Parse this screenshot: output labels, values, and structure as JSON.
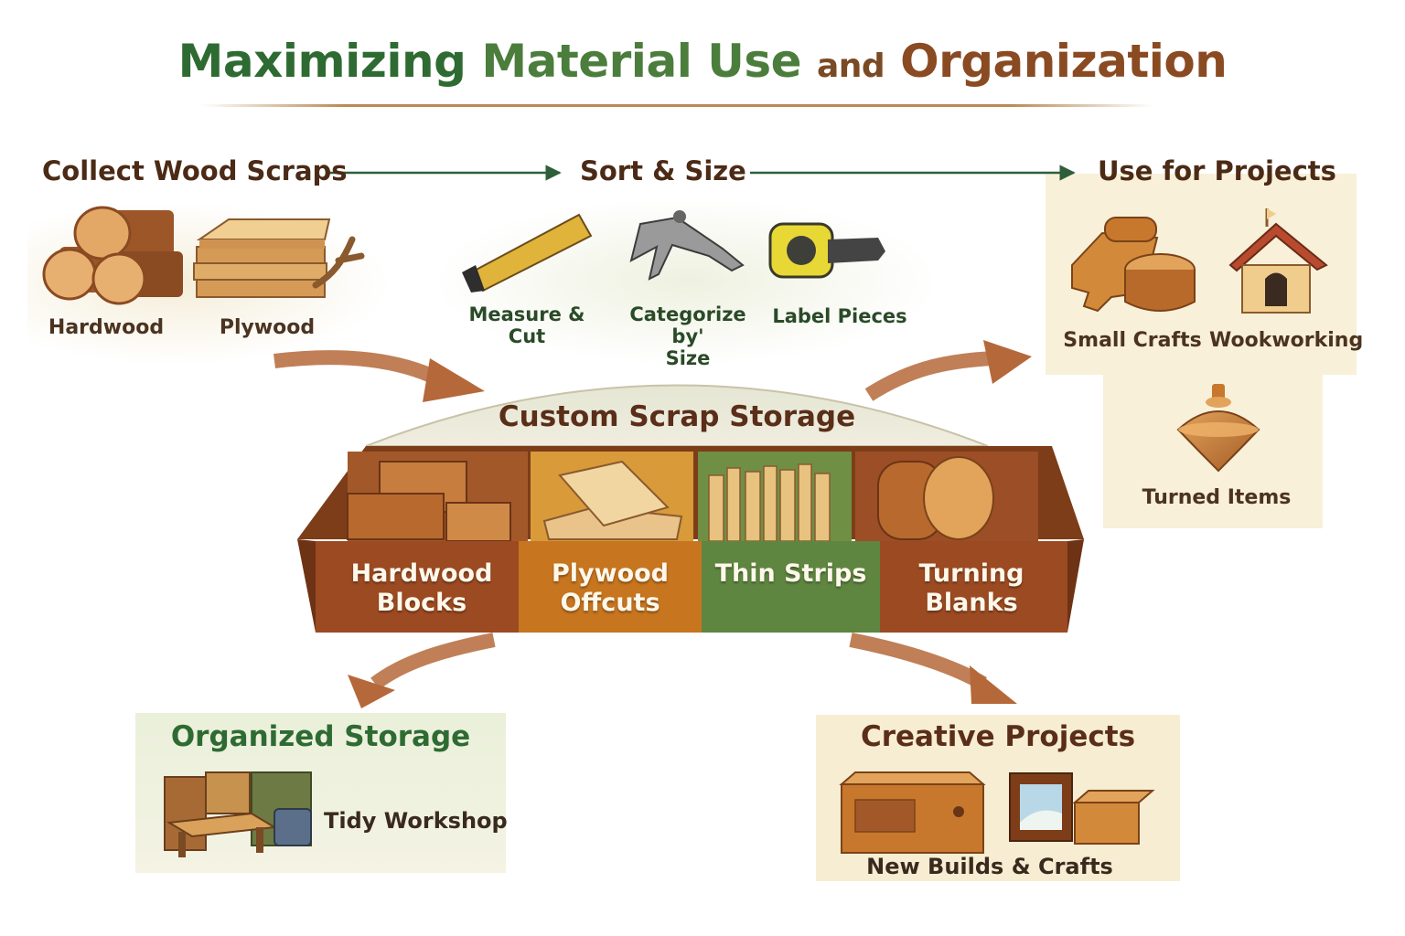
{
  "header": {
    "title_part1": "Maximizing",
    "title_part2": "Material Use",
    "title_part3": "and",
    "title_part4": "Organization"
  },
  "flow": {
    "step1": "Collect Wood Scraps",
    "step2": "Sort & Size",
    "step3": "Use for Projects"
  },
  "collect": {
    "items": [
      {
        "label": "Hardwood",
        "icon": "log-pile-icon"
      },
      {
        "label": "Plywood",
        "icon": "plywood-stack-icon"
      }
    ]
  },
  "sort": {
    "items": [
      {
        "label": "Measure & Cut",
        "icon": "ruler-icon"
      },
      {
        "label": "Categorize by'",
        "label2": "Size",
        "icon": "caliper-icon"
      },
      {
        "label": "Label Pieces",
        "icon": "tape-measure-icon"
      }
    ]
  },
  "projects": {
    "items": [
      {
        "label": "Small Crafts",
        "icon": "cutting-board-icon"
      },
      {
        "label": "Wookworking",
        "icon": "birdhouse-icon"
      },
      {
        "label": "Turned Items",
        "icon": "spinning-top-icon"
      }
    ]
  },
  "storage": {
    "title": "Custom Scrap Storage",
    "bins": [
      {
        "line1": "Hardwood",
        "line2": "Blocks",
        "color": "#9c4a22"
      },
      {
        "line1": "Plywood",
        "line2": "Offcuts",
        "color": "#c7751f"
      },
      {
        "line1": "Thin Strips",
        "line2": "",
        "color": "#5e8640"
      },
      {
        "line1": "Turning",
        "line2": "Blanks",
        "color": "#9c4a22"
      }
    ]
  },
  "outcomes": {
    "organized": {
      "title": "Organized Storage",
      "caption": "Tidy Workshop",
      "icon": "workshop-icon"
    },
    "creative": {
      "title": "Creative Projects",
      "caption": "New Builds & Crafts",
      "icon": "wooden-boxes-icon"
    }
  },
  "colors": {
    "green_title": "#2e6b32",
    "brown_title": "#8a4a22",
    "arrow_brown": "#b5683a",
    "arrow_green": "#2f5f3a",
    "panel_bg": "#f8f0d8"
  }
}
